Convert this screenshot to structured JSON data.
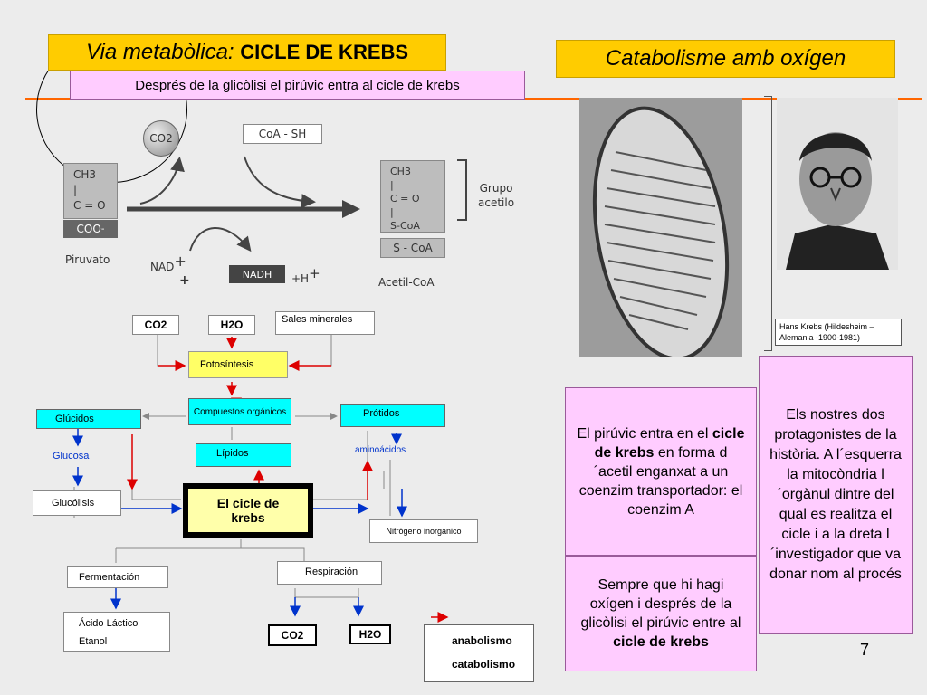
{
  "header": {
    "title_italic": "Via metabòlica:",
    "title_bold": "CICLE DE KREBS",
    "subtitle": "Després de la glicòlisi el pirúvic entra al cicle de krebs",
    "right_title": "Catabolisme amb oxígen"
  },
  "reaction": {
    "co2": "CO2",
    "coa_sh": "CoA - SH",
    "ch3": "CH3",
    "co": "C = O",
    "coo": "COO",
    "piruvato": "Piruvato",
    "nad": "NAD",
    "nadh": "NADH",
    "h": "+H",
    "ch3_b": "CH3",
    "co_b": "C = O",
    "scoa": "S-CoA",
    "scoa_box": "S - CoA",
    "grupo": "Grupo",
    "acetilo": "acetilo",
    "acetil_coa": "Acetil-CoA"
  },
  "diagram": {
    "co2": "CO2",
    "h2o": "H2O",
    "sales": "Sales minerales",
    "fotosintesis": "Fotosíntesis",
    "compuestos": "Compuestos orgánicos",
    "glucidos": "Glúcidos",
    "protidos": "Prótidos",
    "glucosa": "Glucosa",
    "lipidos": "Lípidos",
    "aminoacidos": "aminoácidos",
    "glucolisis": "Glucólisis",
    "ciclo": "El cicle de krebs",
    "nitrogeno": "Nitrógeno inorgánico",
    "fermentacion": "Fermentación",
    "respiracion": "Respiración",
    "acido": "Ácido Láctico",
    "etanol": "Etanol",
    "co2_out": "CO2",
    "h2o_out": "H2O",
    "legend_anab": "anabolismo",
    "legend_catab": "catabolismo"
  },
  "photo_caption": "Hans Krebs (Hildesheim – Alemania -1900-1981)",
  "text_box_1": {
    "pre": "El pirúvic entra en el",
    "bold": "cicle de krebs",
    "post": "en forma d´acetil enganxat a un coenzim transportador: el coenzim A"
  },
  "text_box_2": {
    "pre": "Sempre que hi hagi oxígen i després de la glicòlisi el pirúvic entre al",
    "bold": "cicle de krebs"
  },
  "text_box_3": "Els nostres dos protagonistes de la història. A l´esquerra la mitocòndria l´orgànul dintre del qual es realitza el cicle i a la dreta l´investigador que va donar nom al procés",
  "page_number": "7",
  "colors": {
    "title_yellow": "#ffcc00",
    "pink": "#ffccff",
    "orange_line": "#ff6600",
    "anabolism": "#dd0000",
    "catabolism": "#0033cc"
  }
}
